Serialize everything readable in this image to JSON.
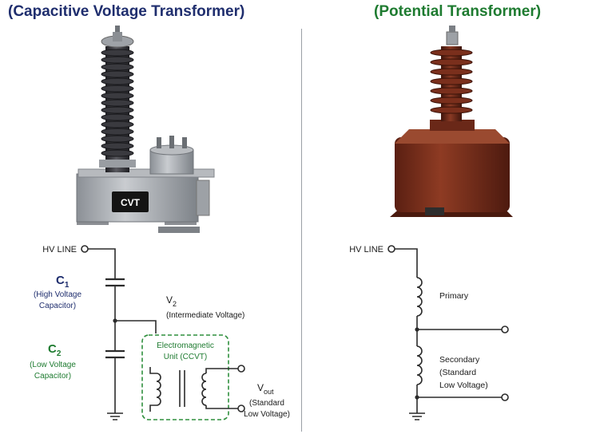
{
  "colors": {
    "navy": "#1f2e6e",
    "green": "#1e7b30",
    "line": "#2b2b2b",
    "porcelain_gray": "#3b3b3f",
    "porcelain_brown": "#6e2a1a",
    "tank_gray": "#a9adb2",
    "tank_brown": "#7a3020"
  },
  "left": {
    "title": "(Capacitive Voltage Transformer)",
    "device_label": "CVT",
    "hv_line": "HV LINE",
    "c1": {
      "main": "C",
      "sub": "1",
      "desc1": "(High Voltage",
      "desc2": "Capacitor)"
    },
    "c2": {
      "main": "C",
      "sub": "2",
      "desc1": "(Low Voltage",
      "desc2": "Capacitor)"
    },
    "v2": {
      "main": "V",
      "sub": "2",
      "desc": "(Intermediate Voltage)"
    },
    "unit": {
      "line1": "Electromagnetic",
      "line2": "Unit (CCVT)"
    },
    "vout": {
      "main": "V",
      "sub": "out",
      "desc1": "(Standard",
      "desc2": "Low Voltage)"
    }
  },
  "right": {
    "title": "(Potential Transformer)",
    "hv_line": "HV LINE",
    "primary": "Primary",
    "secondary": {
      "line1": "Secondary",
      "line2": "(Standard",
      "line3": "Low Voltage)"
    }
  }
}
